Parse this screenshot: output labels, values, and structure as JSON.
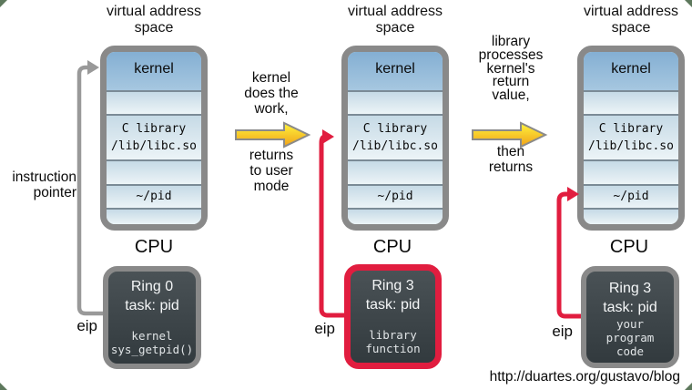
{
  "columns": [
    {
      "title": "virtual address space",
      "cpu_label": "CPU",
      "eip_label": "eip",
      "segments": {
        "kernel": "kernel",
        "c_library": [
          "C library",
          "/lib/libc.so"
        ],
        "pid": "~/pid"
      },
      "cpu_box": {
        "ring": "Ring 0",
        "task": "task: pid",
        "code": [
          "kernel",
          "sys_getpid()"
        ],
        "highlighted": false
      }
    },
    {
      "title": "virtual address space",
      "cpu_label": "CPU",
      "eip_label": "eip",
      "segments": {
        "kernel": "kernel",
        "c_library": [
          "C library",
          "/lib/libc.so"
        ],
        "pid": "~/pid"
      },
      "cpu_box": {
        "ring": "Ring 3",
        "task": "task: pid",
        "code": [
          "library",
          "function"
        ],
        "highlighted": true
      }
    },
    {
      "title": "virtual address space",
      "cpu_label": "CPU",
      "eip_label": "eip",
      "segments": {
        "kernel": "kernel",
        "c_library": [
          "C library",
          "/lib/libc.so"
        ],
        "pid": "~/pid"
      },
      "cpu_box": {
        "ring": "Ring 3",
        "task": "task: pid",
        "code": [
          "your",
          "program",
          "code"
        ],
        "highlighted": false
      }
    }
  ],
  "annotations": {
    "instruction_pointer": "instruction pointer",
    "transitions": [
      {
        "above": [
          "kernel",
          "does the",
          "work,"
        ],
        "below": [
          "returns",
          "to user",
          "mode"
        ]
      },
      {
        "above": [
          "library",
          "processes",
          "kernel's",
          "return",
          "value,"
        ],
        "below": [
          "then",
          "returns"
        ]
      }
    ],
    "footer_url": "http://duartes.org/gustavo/blog"
  },
  "colors": {
    "box_border_gray": "#898989",
    "highlight_red": "#e11d3f",
    "kernel_header_top": "#84afd3",
    "kernel_header_bottom": "#a6c7e0",
    "segment_top": "#c6dae6",
    "segment_bottom": "#ecf4f7",
    "divider": "#7b8b96",
    "cpu_fill_top": "#4a5256",
    "cpu_fill_bottom": "#323a3e",
    "arrow_gray": "#999999",
    "arrow_yellow_top": "#fff43c",
    "arrow_yellow_bottom": "#efa01a"
  }
}
